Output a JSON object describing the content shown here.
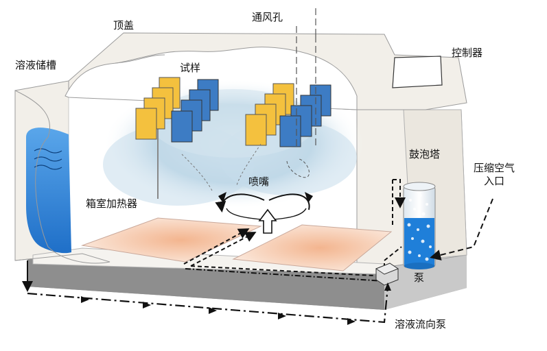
{
  "labels": {
    "reservoir": "溶液储槽",
    "lid": "顶盖",
    "vent": "通风孔",
    "controller": "控制器",
    "specimens": "试样",
    "bubbler": "鼓泡塔",
    "air_inlet_line1": "压缩空气",
    "air_inlet_line2": "入口",
    "nozzle": "喷嘴",
    "heater": "箱室加热器",
    "pump": "泵",
    "flow_pump": "溶液流向泵"
  },
  "colors": {
    "specimen_yellow": "#f4c13e",
    "specimen_blue": "#3d7cc4",
    "water": "#2a7fd6",
    "fog": "#b9d4e4",
    "heater": "#f6d5c3",
    "cabinet_wall": "#f2efe9",
    "base": "#9a9a9a"
  }
}
